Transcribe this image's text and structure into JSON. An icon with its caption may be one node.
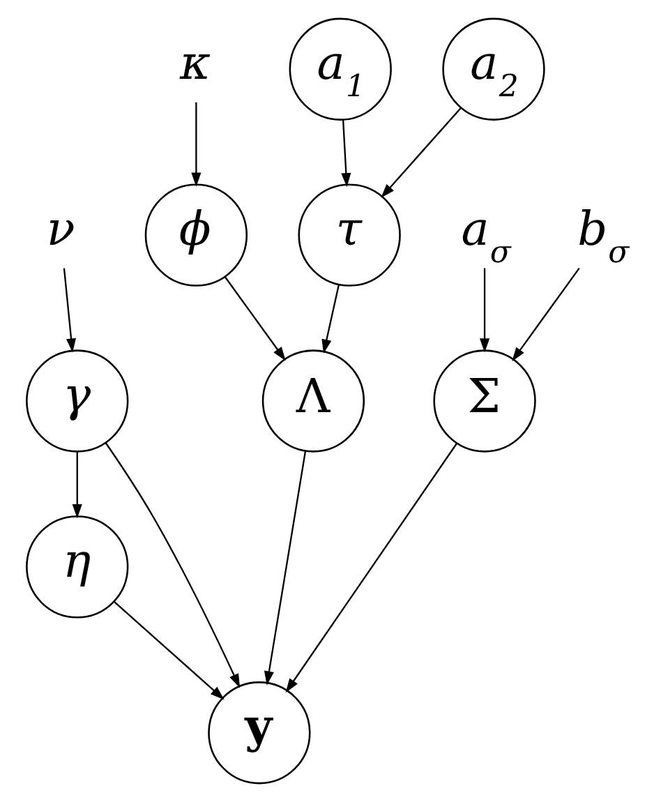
{
  "diagram": {
    "nodes": [
      {
        "text": [
          "κ"
        ]
      },
      {
        "text": [
          "a$_{1}$"
        ]
      },
      {
        "text": [
          "a$_{2}$"
        ]
      },
      {
        "text": [
          "ν"
        ]
      },
      {
        "text": [
          "ϕ"
        ]
      },
      {
        "text": [
          "τ"
        ]
      },
      {
        "text": [
          "a$_{σ}$"
        ]
      },
      {
        "text": [
          "b$_{σ}$"
        ]
      },
      {
        "text": [
          "γ"
        ]
      },
      {
        "text": [
          "Λ"
        ]
      },
      {
        "text": [
          "Σ"
        ]
      },
      {
        "text": [
          "η"
        ]
      },
      {
        "text": [
          "y"
        ]
      }
    ],
    "edges": [
      {
        "from": 0,
        "to": 4,
        "arrow": "to"
      },
      {
        "from": 1,
        "to": 5,
        "arrow": "to"
      },
      {
        "from": 2,
        "to": 5,
        "arrow": "to"
      },
      {
        "from": 3,
        "to": 8,
        "arrow": "to"
      },
      {
        "from": 4,
        "to": 9,
        "arrow": "to"
      },
      {
        "from": 5,
        "to": 9,
        "arrow": "to"
      },
      {
        "from": 6,
        "to": 10,
        "arrow": "to"
      },
      {
        "from": 7,
        "to": 10,
        "arrow": "to"
      },
      {
        "from": 8,
        "to": 11,
        "arrow": "to"
      },
      {
        "from": 8,
        "to": 12,
        "arrow": "to"
      },
      {
        "from": 9,
        "to": 12,
        "arrow": "to"
      },
      {
        "from": 10,
        "to": 12,
        "arrow": "to"
      },
      {
        "from": 11,
        "to": 12,
        "arrow": "to"
      }
    ]
  }
}
